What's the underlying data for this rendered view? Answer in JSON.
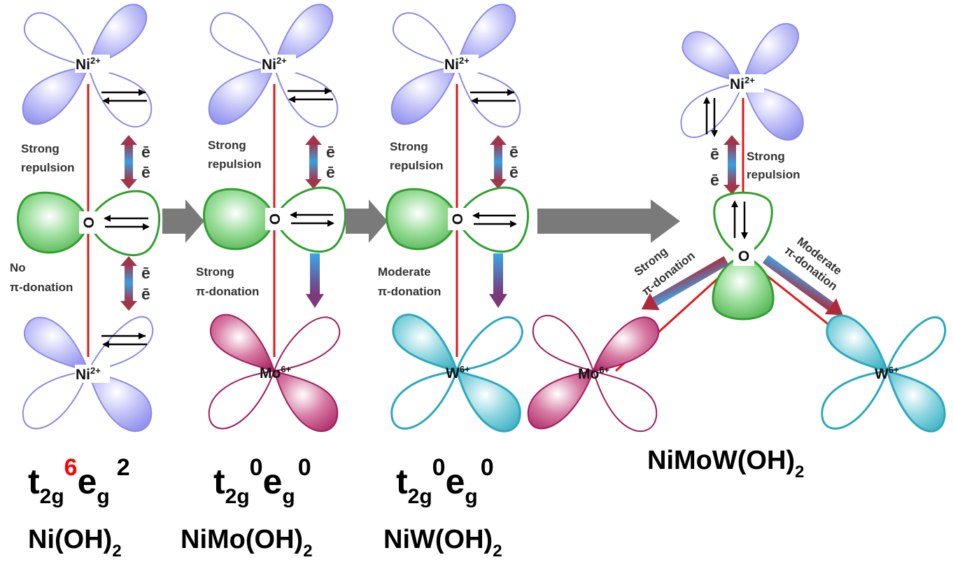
{
  "ions": {
    "ni": "Ni",
    "ni_charge": "2+",
    "o": "O",
    "mo": "Mo",
    "mo_charge": "6+",
    "w": "W",
    "w_charge": "6+"
  },
  "electron_symbol": "ē",
  "panel1": {
    "top_label_1": "Strong",
    "top_label_2": "repulsion",
    "bottom_label_1": "No",
    "bottom_label_2": "π-donation",
    "config": {
      "t": "t",
      "t_sub": "2g",
      "t_sup": "6",
      "e": "e",
      "e_sub": "g",
      "e_sup": "2"
    },
    "compound": {
      "main": "Ni(OH)",
      "sub": "2"
    }
  },
  "panel2": {
    "top_label_1": "Strong",
    "top_label_2": "repulsion",
    "bottom_label_1": "Strong",
    "bottom_label_2": "π-donation",
    "config": {
      "t": "t",
      "t_sub": "2g",
      "t_sup": "0",
      "e": "e",
      "e_sub": "g",
      "e_sup": "0"
    },
    "compound": {
      "main": "NiMo(OH)",
      "sub": "2"
    }
  },
  "panel3": {
    "top_label_1": "Strong",
    "top_label_2": "repulsion",
    "bottom_label_1": "Moderate",
    "bottom_label_2": "π-donation",
    "config": {
      "t": "t",
      "t_sub": "2g",
      "t_sup": "0",
      "e": "e",
      "e_sub": "g",
      "e_sup": "0"
    },
    "compound": {
      "main": "NiW(OH)",
      "sub": "2"
    }
  },
  "panel4": {
    "top_label_1": "Strong",
    "top_label_2": "repulsion",
    "left_label_1": "Strong",
    "left_label_2": "π-donation",
    "right_label_1": "Moderate",
    "right_label_2": "π-donation",
    "compound": {
      "main": "NiMoW(OH)",
      "sub": "2"
    }
  },
  "colors": {
    "ni_lobe": "#9b9bf0",
    "o_lobe": "#2ea02e",
    "mo_lobe": "#a3195b",
    "w_lobe": "#2aa9bd",
    "bond": "#e01818",
    "step_arrow": "#7a7a7a",
    "highlight": "#ff0000"
  }
}
